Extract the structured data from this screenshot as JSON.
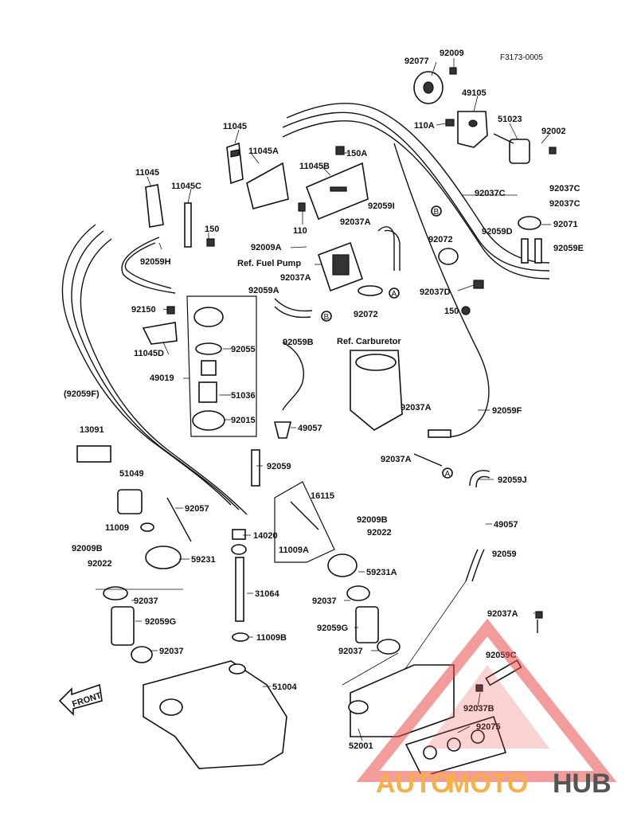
{
  "figure_code": "F3173-0005",
  "labels": {
    "l92077": "92077",
    "l92009": "92009",
    "l49105": "49105",
    "l110A": "110A",
    "l51023": "51023",
    "l92002": "92002",
    "l11045a": "11045",
    "l11045A": "11045A",
    "l150A": "150A",
    "l11045B": "11045B",
    "l11045b": "11045",
    "l11045C": "11045C",
    "l150": "150",
    "l110": "110",
    "l92059I": "92059I",
    "l92037A_1": "92037A",
    "l92037C_1": "92037C",
    "l92037C_2": "92037C",
    "l92037C_3": "92037C",
    "l92071": "92071",
    "l92072a": "92072",
    "l92059D": "92059D",
    "l92059E": "92059E",
    "l92009A": "92009A",
    "lRefFuelPump": "Ref. Fuel Pump",
    "l92037A_2": "92037A",
    "l92059H": "92059H",
    "l92059A": "92059A",
    "l92072b": "92072",
    "l92037D": "92037D",
    "l150b": "150",
    "l92150": "92150",
    "l11045D": "11045D",
    "l92055": "92055",
    "l92059B": "92059B",
    "lRefCarb": "Ref. Carburetor",
    "l49019": "49019",
    "l51036": "51036",
    "l92015": "92015",
    "l92059F": "(92059F)",
    "l92037A_3": "92037A",
    "l92059Fr": "92059F",
    "l13091": "13091",
    "l49057a": "49057",
    "l92037A_4": "92037A",
    "l92059a": "92059",
    "l51049": "51049",
    "l92057": "92057",
    "l16115": "16115",
    "l92059J": "92059J",
    "l11009": "11009",
    "l92009B_1": "92009B",
    "l92022_1": "92022",
    "l49057b": "49057",
    "l14020": "14020",
    "l92009B_2": "92009B",
    "l92022_2": "92022",
    "l11009A": "11009A",
    "l59231": "59231",
    "l59231A": "59231A",
    "l92059b": "92059",
    "l92037a": "92037",
    "l31064": "31064",
    "l92037b": "92037",
    "l92037A_5": "92037A",
    "l92059G_1": "92059G",
    "l92059G_2": "92059G",
    "l11009B": "11009B",
    "l92059C": "92059C",
    "l92037c": "92037",
    "l92037d": "92037",
    "l51004": "51004",
    "l92037B": "92037B",
    "l92075": "92075",
    "l52001": "52001",
    "markerA": "A",
    "markerB": "B",
    "front": "FRONT"
  },
  "watermark": {
    "part1": "AUTO",
    "part2": "MOTO",
    "part3": "HUB",
    "accent": "#f5b04a",
    "dark": "#555555",
    "triangle": "#e84a4a"
  }
}
